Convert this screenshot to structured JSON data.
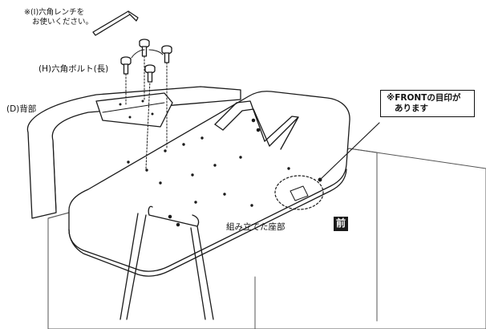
{
  "labels": {
    "wrench_note_line1": "※(I)六角レンチを",
    "wrench_note_line2": "お使いください。",
    "bolt": "(H)六角ボルト(長)",
    "backrest": "(D)背部",
    "front_mark_line1": "※FRONTの目印が",
    "front_mark_line2": "あります",
    "assembled_seat": "組み立てた座部",
    "front_badge": "前"
  }
}
